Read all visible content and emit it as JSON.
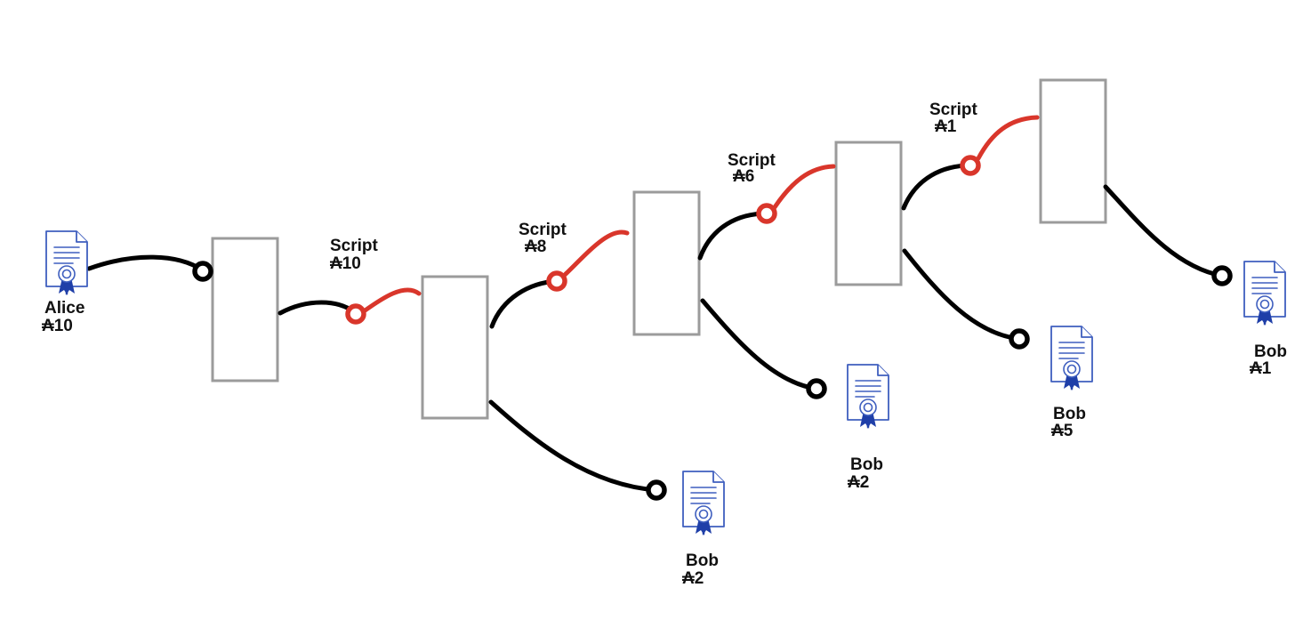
{
  "colors": {
    "box_stroke": "#9b9b9b",
    "wire_black": "#000000",
    "wire_red": "#d9362b",
    "certificate_blue": "#3f5fbf",
    "ribbon_blue": "#1f3fa8"
  },
  "icons": {
    "certificate": "certificate-icon",
    "output_port": "circle-port",
    "script_port": "red-circle-port"
  },
  "participants": {
    "alice": {
      "name": "Alice",
      "amount": "₳10"
    },
    "bob_1": {
      "name": "Bob",
      "amount": "₳2"
    },
    "bob_2": {
      "name": "Bob",
      "amount": "₳2"
    },
    "bob_3": {
      "name": "Bob",
      "amount": "₳5"
    },
    "bob_4": {
      "name": "Bob",
      "amount": "₳1"
    }
  },
  "scripts": [
    {
      "label": "Script",
      "amount": "₳10"
    },
    {
      "label": "Script",
      "amount": "₳8"
    },
    {
      "label": "Script",
      "amount": "₳6"
    },
    {
      "label": "Script",
      "amount": "₳1"
    }
  ],
  "transactions": [
    {
      "id": "tx-1"
    },
    {
      "id": "tx-2"
    },
    {
      "id": "tx-3"
    },
    {
      "id": "tx-4"
    },
    {
      "id": "tx-5"
    }
  ]
}
